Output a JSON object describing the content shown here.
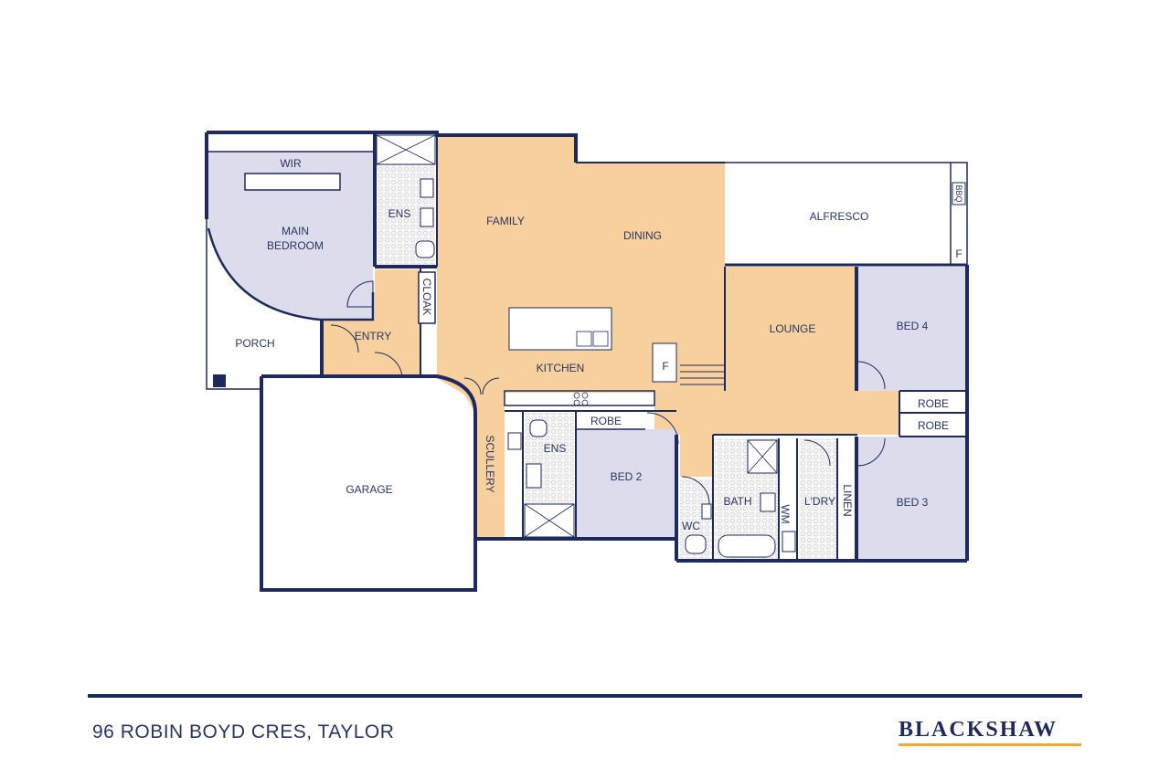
{
  "colors": {
    "wall": "#1f2a5c",
    "living": "#f8d09e",
    "bedroom": "#dcdcec",
    "tile_bg": "#f4f4f4",
    "text": "#2a3560",
    "brand": "#1f2a5c",
    "brand_underline": "#f0a830"
  },
  "rooms": {
    "wir": "WIR",
    "main_bedroom_line1": "MAIN",
    "main_bedroom_line2": "BEDROOM",
    "ens_main": "ENS",
    "cloak": "CLOAK",
    "family": "FAMILY",
    "dining": "DINING",
    "alfresco": "ALFRESCO",
    "bbq": "BBQ",
    "f_alfresco": "F",
    "porch": "PORCH",
    "entry": "ENTRY",
    "kitchen": "KITCHEN",
    "f_kitchen": "F",
    "lounge": "LOUNGE",
    "bed4": "BED 4",
    "robe_bed4": "ROBE",
    "robe_bed3": "ROBE",
    "garage": "GARAGE",
    "scullery": "SCULLERY",
    "ens_bed2": "ENS",
    "robe_bed2": "ROBE",
    "bed2": "BED 2",
    "bath": "BATH",
    "wc": "WC",
    "wm": "WM",
    "laundry": "L'DRY",
    "linen": "LINEN",
    "bed3": "BED 3"
  },
  "footer": {
    "address": "96 ROBIN BOYD CRES, TAYLOR",
    "brand": "BLACKSHAW"
  }
}
